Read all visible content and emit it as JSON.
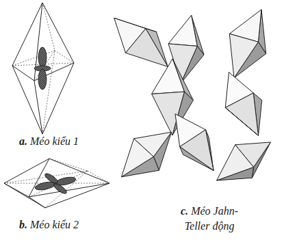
{
  "diagram": {
    "labels": [
      "a.",
      "Méo kiểu 1",
      "b.",
      "Méo kiểu 2",
      "c.",
      "Méo Jahn-Teller động"
    ]
  }
}
